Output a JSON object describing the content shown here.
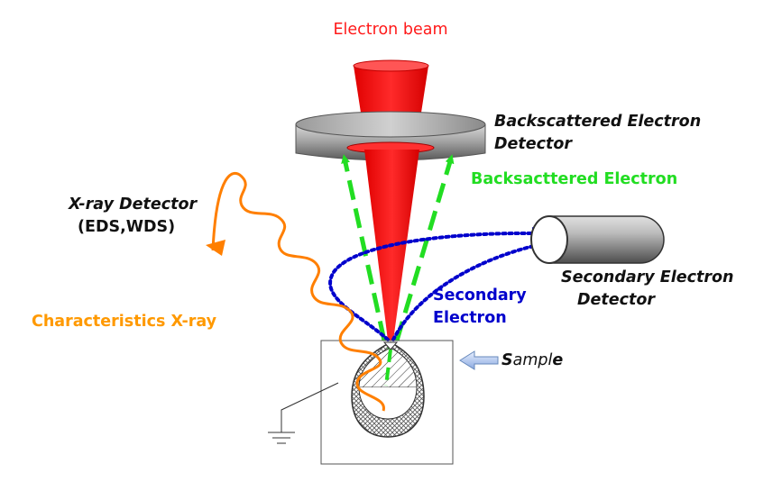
{
  "labels": {
    "electron_beam": "Electron beam",
    "bse_detector_line1": "Backscattered Electron",
    "bse_detector_line2": "Detector",
    "backscattered_electron": "Backsacttered Electron",
    "xray_detector_line1": "X-ray Detector",
    "xray_detector_line2": "(EDS,WDS)",
    "se_detector_line1": "Secondary Electron",
    "se_detector_line2": "Detector",
    "secondary_electron_line1": "Secondary",
    "secondary_electron_line2": "Electron",
    "characteristic_xray": "Characteristics X-ray",
    "sample_s": "S",
    "sample_mid": "ampl",
    "sample_e": "e"
  },
  "colors": {
    "beam": "#ff1a1a",
    "beam_dark": "#c00000",
    "backscattered": "#22dd22",
    "secondary": "#0000cc",
    "xray": "#ff7f00",
    "xray_label": "#ff9900",
    "text": "#111111",
    "detector_gray": "#8c8c8c"
  },
  "icons": {
    "sample_pointer": "arrow-right-icon",
    "ground": "ground-icon"
  }
}
